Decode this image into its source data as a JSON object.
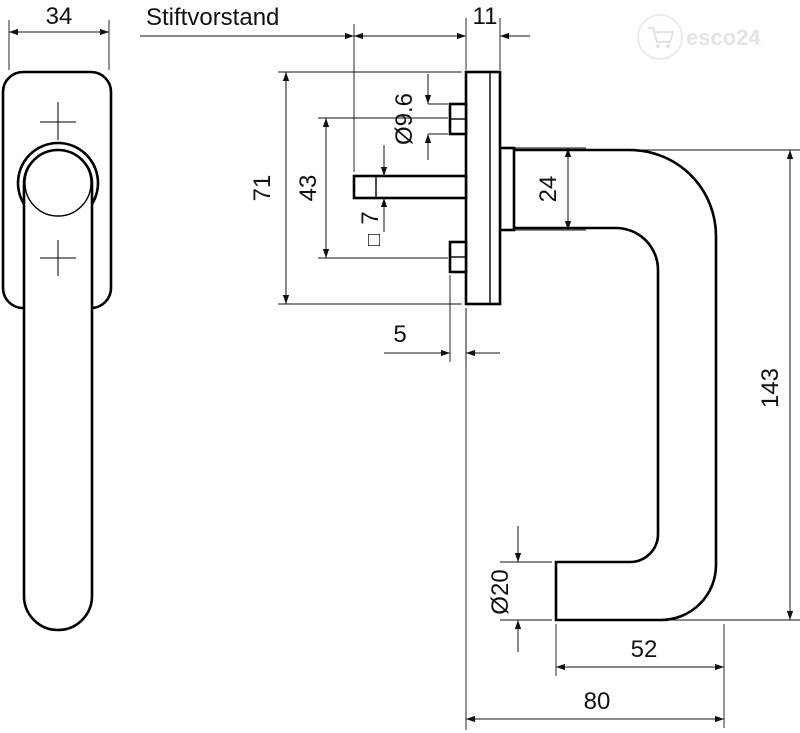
{
  "title_label": "Stiftvorstand",
  "dimensions": {
    "width_front": "34",
    "stift_offset": "11",
    "height_total": "71",
    "hole_spacing": "43",
    "square_spindle": "7",
    "screw_hole_diameter": "Ø9.6",
    "neck_diameter": "24",
    "base_thickness": "5",
    "grip_height": "143",
    "grip_diameter": "Ø20",
    "grip_depth_inner": "52",
    "grip_depth_total": "80"
  },
  "square_symbol": "□",
  "watermark": {
    "text": "esco24",
    "icon": "shopping-cart-icon"
  },
  "colors": {
    "line": "#000000",
    "background": "#ffffff",
    "watermark": "#e4e4e4"
  }
}
